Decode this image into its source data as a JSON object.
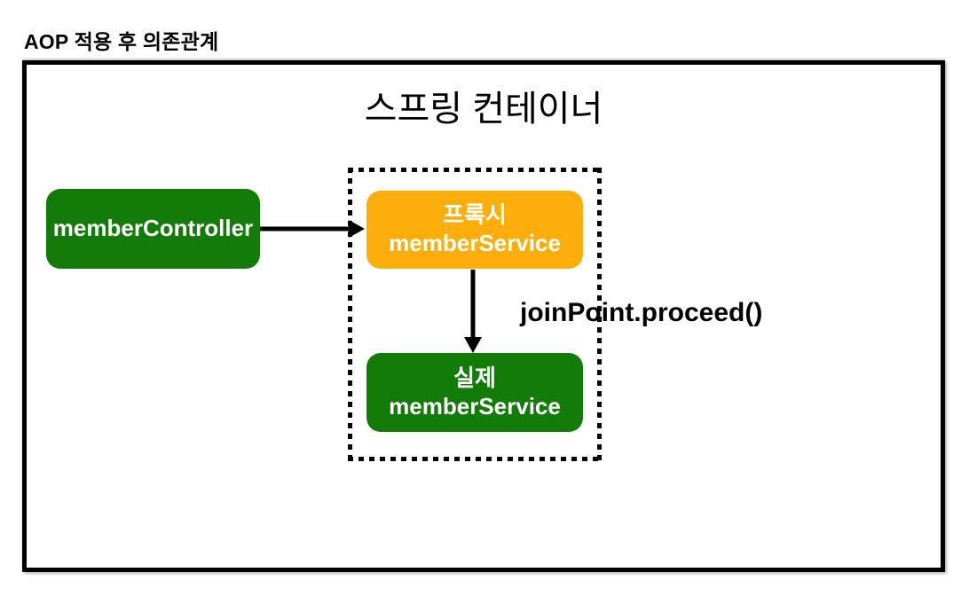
{
  "page": {
    "title": "AOP 적용 후 의존관계",
    "background": "#FFFFFF"
  },
  "container": {
    "title": "스프링 컨테이너",
    "border_color": "#000000"
  },
  "nodes": {
    "member_controller": {
      "label": "memberController",
      "fill": "#137C08",
      "text_color": "#FFFFFF"
    },
    "proxy_member_service": {
      "line1": "프록시",
      "line2": "memberService",
      "fill": "#FDAE0A",
      "text_color": "#FFFFFF"
    },
    "real_member_service": {
      "line1": "실제",
      "line2": "memberService",
      "fill": "#137C08",
      "text_color": "#FFFFFF"
    }
  },
  "edges": {
    "proxy_to_real": {
      "label": "joinPoint.proceed()"
    }
  },
  "colors": {
    "arrow": "#000000",
    "dotted_frame": "#000000"
  }
}
